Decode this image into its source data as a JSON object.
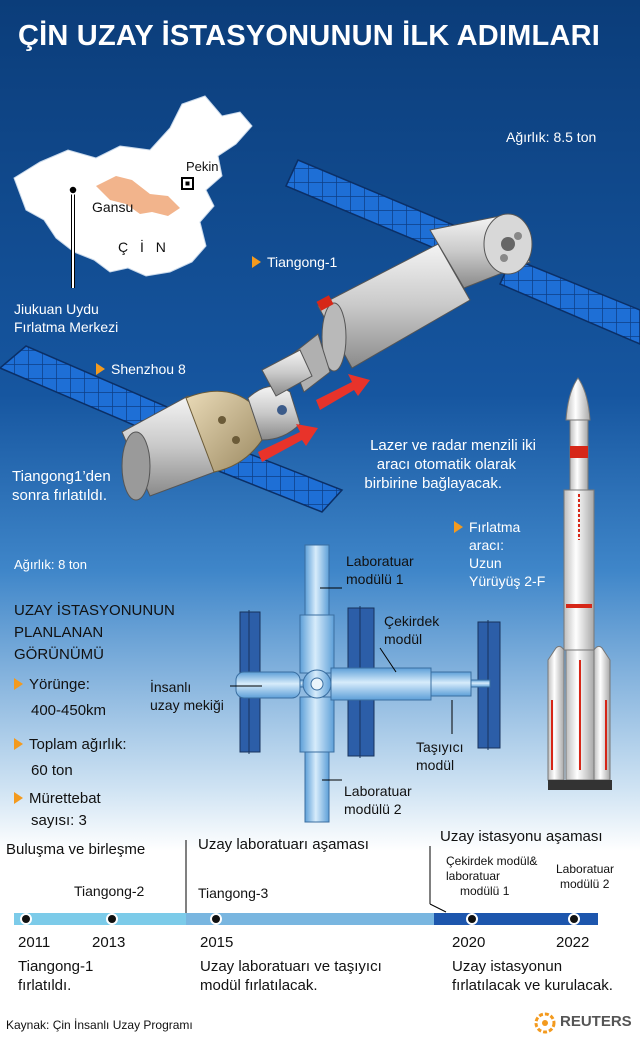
{
  "title": "ÇİN UZAY İSTASYONUNUN İLK ADIMLARI",
  "map": {
    "capital": "Pekin",
    "province": "Gansu",
    "country": "Ç İ N",
    "launch_center_line1": "Jiukuan Uydu",
    "launch_center_line2": "Fırlatma Merkezi"
  },
  "tiangong": {
    "name": "Tiangong-1",
    "weight": "Ağırlık: 8.5 ton"
  },
  "shenzhou": {
    "name": "Shenzhou 8",
    "note_line1": "Tiangong1’den",
    "note_line2": "sonra fırlatıldı.",
    "weight": "Ağırlık: 8 ton"
  },
  "docking_note": {
    "line1": "Lazer ve radar menzili iki",
    "line2": "aracı otomatik olarak",
    "line3": "birbirine bağlayacak."
  },
  "rocket": {
    "line1": "Fırlatma",
    "line2": "aracı:",
    "line3": "Uzun",
    "line4": "Yürüyüş 2-F"
  },
  "planned": {
    "heading1": "UZAY İSTASYONUNUN",
    "heading2": "PLANLANAN",
    "heading3": "GÖRÜNÜMÜ",
    "orbit_label": "Yörünge:",
    "orbit_value": "400-450km",
    "mass_label": "Toplam ağırlık:",
    "mass_value": "60 ton",
    "crew_label": "Mürettebat",
    "crew_value": "sayısı: 3"
  },
  "station_labels": {
    "lab1_line1": "Laboratuar",
    "lab1_line2": "modülü 1",
    "core_line1": "Çekirdek",
    "core_line2": "modül",
    "crew_ship_line1": "İnsanlı",
    "crew_ship_line2": "uzay mekiği",
    "cargo_line1": "Taşıyıcı",
    "cargo_line2": "modül",
    "lab2_line1": "Laboratuar",
    "lab2_line2": "modülü 2"
  },
  "timeline": {
    "phase1": "Buluşma ve birleşme",
    "phase2": "Uzay laboratuarı aşaması",
    "phase3": "Uzay istasyonu aşaması",
    "ev_tiangong2": "Tiangong-2",
    "ev_tiangong3": "Tiangong-3",
    "ev_core_line1": "Çekirdek modül&",
    "ev_core_line2": "laboratuar",
    "ev_core_line3": "modülü 1",
    "ev_lab2_line1": "Laboratuar",
    "ev_lab2_line2": "modülü 2",
    "year_2011": "2011",
    "year_2013": "2013",
    "year_2015": "2015",
    "year_2020": "2020",
    "year_2022": "2022",
    "note_2011_line1": "Tiangong-1",
    "note_2011_line2": "fırlatıldı.",
    "note_2015_line1": "Uzay laboratuarı ve taşıyıcı",
    "note_2015_line2": "modül fırlatılacak.",
    "note_2020_line1": "Uzay istasyonun",
    "note_2020_line2": "fırlatılacak ve kurulacak."
  },
  "footer": {
    "source": "Kaynak: Çin İnsanlı Uzay Programı",
    "brand": "REUTERS"
  },
  "colors": {
    "accent_orange": "#f39a1e",
    "panel_blue": "#1e6fd6",
    "station_blue": "#8fc3ec",
    "flag_red": "#d62718"
  }
}
